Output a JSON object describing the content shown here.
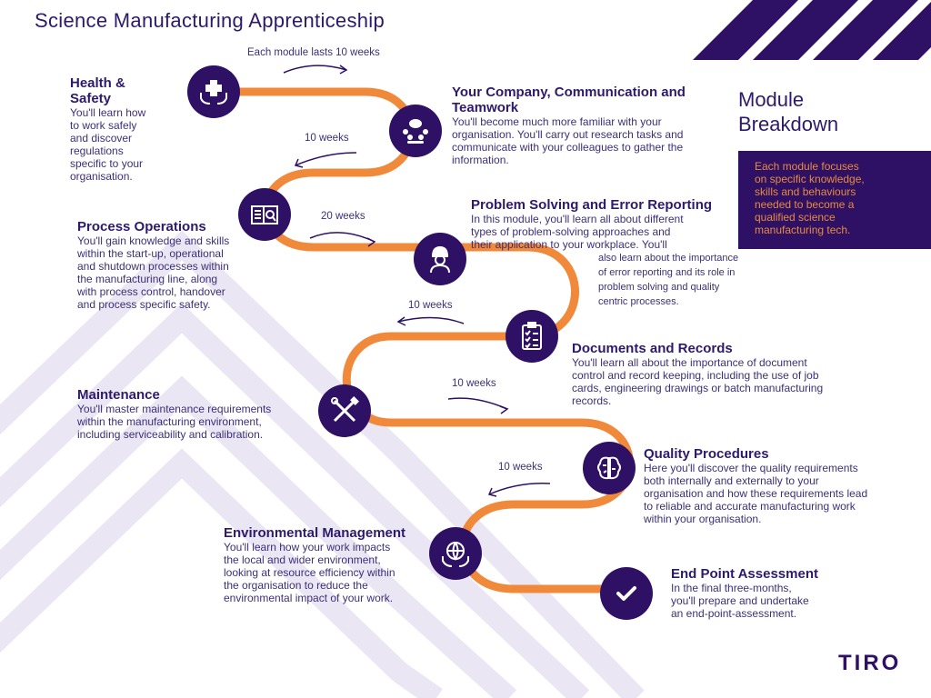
{
  "title": "Science Manufacturing  Apprenticeship",
  "durations": {
    "first": "Each module lasts 10 weeks",
    "d2": "10 weeks",
    "d3": "20 weeks",
    "d4": "10 weeks",
    "d5": "10 weeks",
    "d6": "10 weeks"
  },
  "modules": [
    {
      "heading": "Health &\nSafety",
      "text": "You'll learn how\nto work safely\nand discover\nregulations\nspecific to your\norganisation.",
      "icon": "health-cross-hands-icon"
    },
    {
      "heading": "Your Company, Communication and\nTeamwork",
      "text": "You'll become much more familiar with your\norganisation. You'll carry out research tasks and\ncommunicate with your colleagues to gather the\ninformation.",
      "icon": "team-chat-icon"
    },
    {
      "heading": "Process Operations",
      "text": "You'll gain knowledge and skills\nwithin the start-up, operational\nand shutdown processes within\nthe manufacturing line, along\nwith process control, handover\nand process specific safety.",
      "icon": "book-magnifier-icon"
    },
    {
      "heading": "Problem Solving and Error Reporting",
      "text": "In this module, you'll learn all about different\ntypes of problem-solving approaches and\ntheir application to your workplace. You'll",
      "text2": "also learn about the importance\nof error reporting and its role in\nproblem solving and quality\ncentric processes.",
      "icon": "worker-icon"
    },
    {
      "heading": "Documents and Records",
      "text": "You'll learn all about the importance of document\ncontrol and record keeping, including the use of job\ncards, engineering drawings or batch manufacturing\nrecords.",
      "icon": "clipboard-checklist-icon"
    },
    {
      "heading": "Maintenance",
      "text": "You'll master maintenance requirements\nwithin the manufacturing environment,\nincluding serviceability and calibration.",
      "icon": "wrench-hammer-icon"
    },
    {
      "heading": "Quality Procedures",
      "text": "Here you'll discover the quality requirements\nboth internally and externally to your\norganisation and how these requirements lead\nto reliable and accurate manufacturing work\nwithin your organisation.",
      "icon": "brain-icon"
    },
    {
      "heading": "Environmental Management",
      "text": "You'll learn how your work impacts\nthe local and wider environment,\nlooking at resource efficiency within\nthe organisation to reduce the\nenvironmental impact of your work.",
      "icon": "globe-hands-icon"
    },
    {
      "heading": "End Point Assessment",
      "text": "In the final three-months,\nyou'll prepare and undertake\nan end-point-assessment.",
      "icon": "checkmark-icon"
    }
  ],
  "breakdown": {
    "title": "Module\nBreakdown",
    "text": "Each module focuses\non specific knowledge,\nskills and behaviours\nneeded to become a\nqualified science\nmanufacturing tech."
  },
  "logo": "TIRO",
  "colors": {
    "path": "#f0893a",
    "node": "#2e1165",
    "accent": "#e98a3c",
    "stripe": "#2e1165",
    "chevron": "#ebe6f4"
  }
}
